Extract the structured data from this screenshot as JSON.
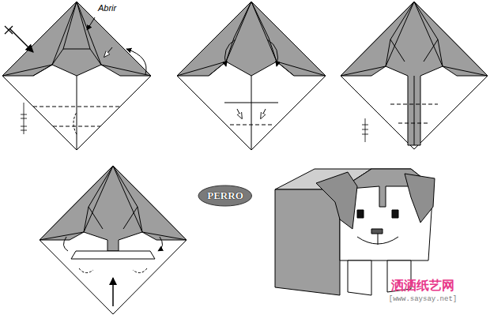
{
  "diagram": {
    "nodes": [
      {
        "text": [
          "PERRO"
        ]
      }
    ],
    "labels": [
      "Abrir",
      "洒洒纸艺网",
      "[www.saysay.net]"
    ]
  }
}
